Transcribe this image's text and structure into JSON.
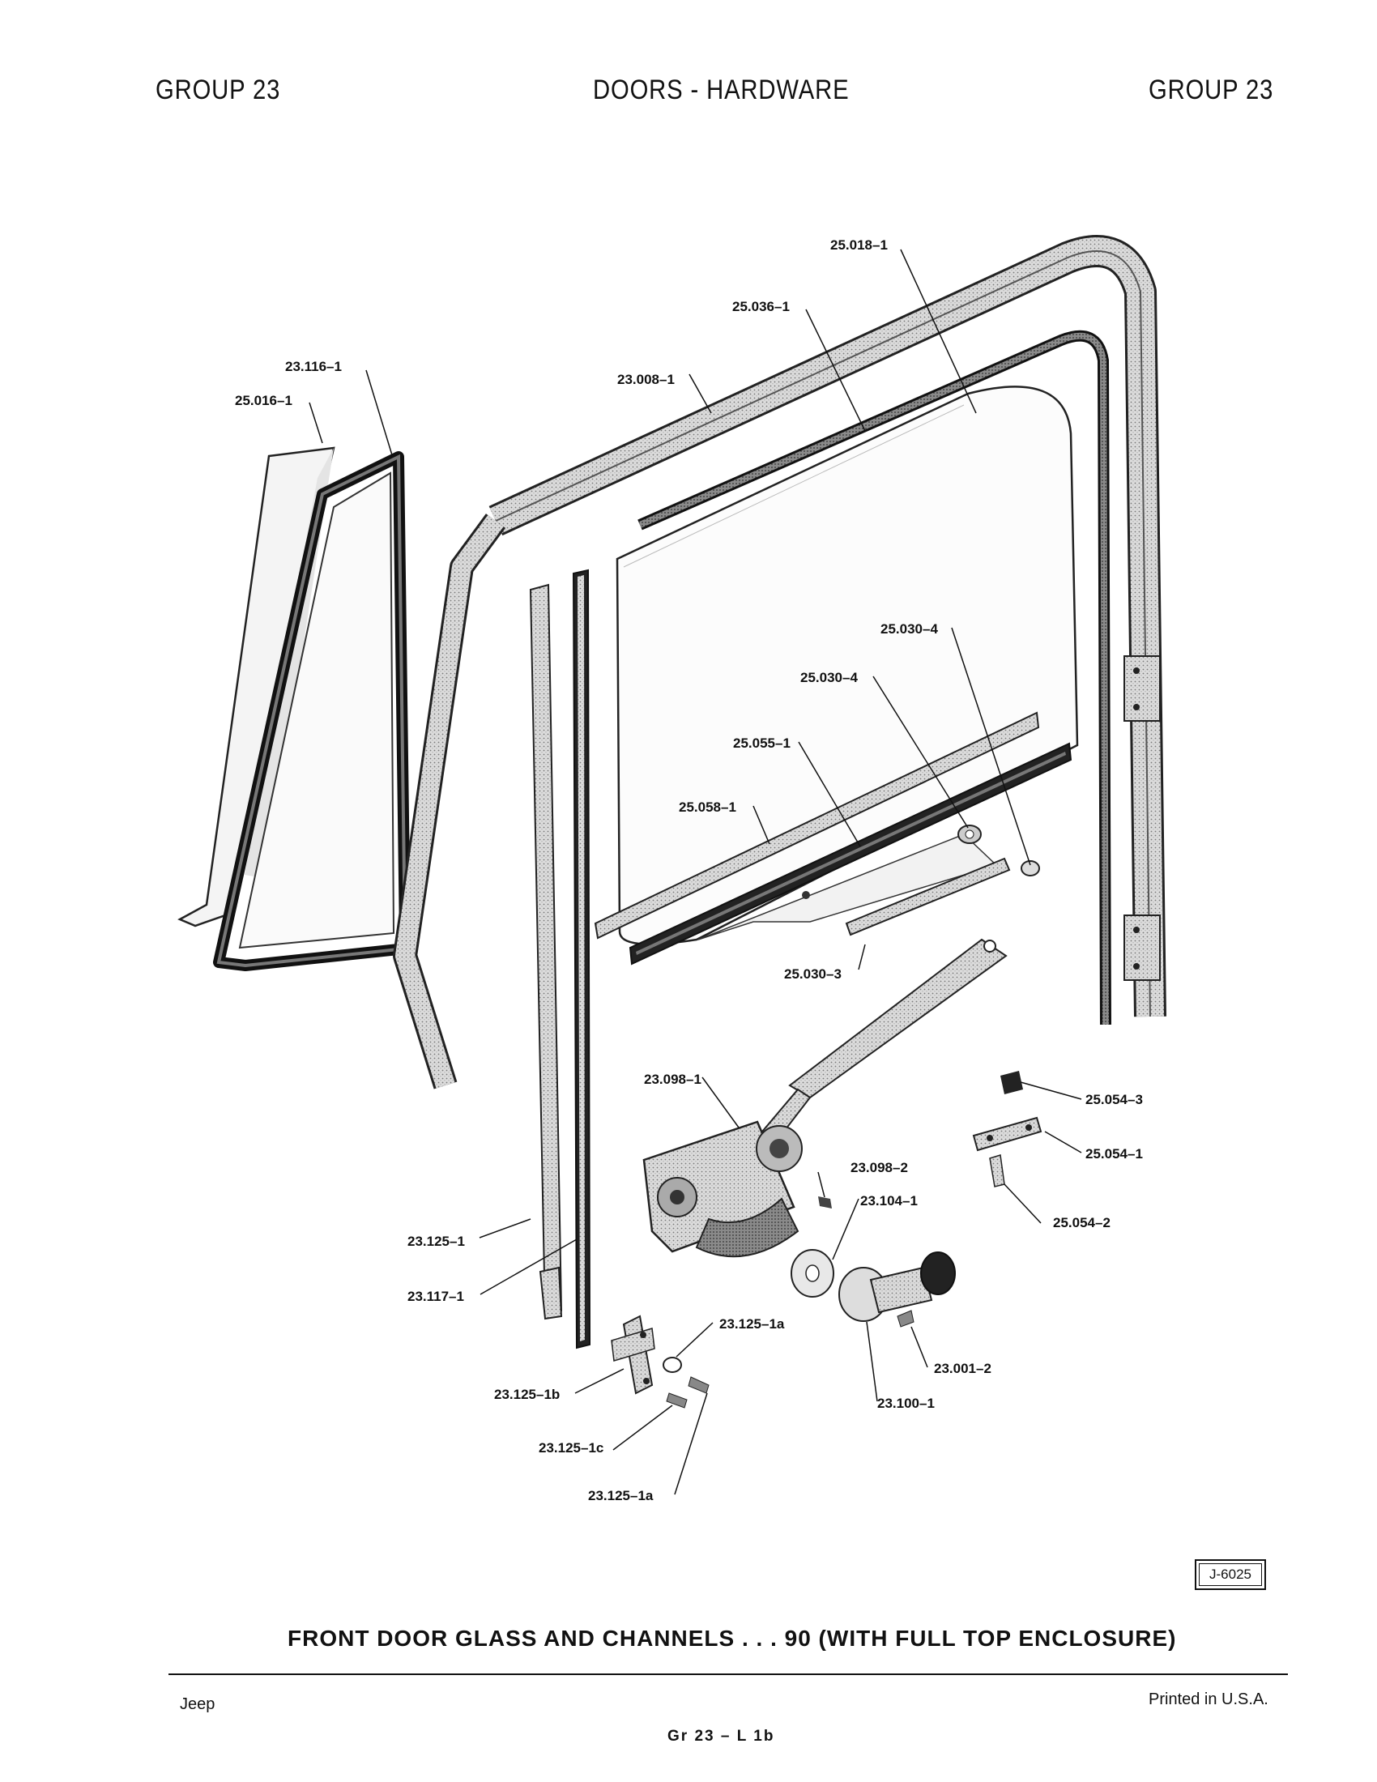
{
  "header": {
    "left": "GROUP 23",
    "center": "DOORS - HARDWARE",
    "right": "GROUP 23"
  },
  "callouts": {
    "p25_018_1": "25.018–1",
    "p25_036_1": "25.036–1",
    "p23_116_1": "23.116–1",
    "p25_016_1": "25.016–1",
    "p23_008_1": "23.008–1",
    "p25_030_4a": "25.030–4",
    "p25_030_4b": "25.030–4",
    "p25_055_1": "25.055–1",
    "p25_058_1": "25.058–1",
    "p25_030_3": "25.030–3",
    "p23_098_1": "23.098–1",
    "p25_054_3": "25.054–3",
    "p25_054_1": "25.054–1",
    "p23_098_2": "23.098–2",
    "p23_104_1": "23.104–1",
    "p25_054_2": "25.054–2",
    "p23_125_1": "23.125–1",
    "p23_117_1": "23.117–1",
    "p23_125_1a_top": "23.125–1a",
    "p23_001_2": "23.001–2",
    "p23_125_1b": "23.125–1b",
    "p23_100_1": "23.100–1",
    "p23_125_1c": "23.125–1c",
    "p23_125_1a_bottom": "23.125–1a"
  },
  "figure_code": "J-6025",
  "caption": "FRONT DOOR GLASS AND CHANNELS . . . 90 (WITH FULL TOP ENCLOSURE)",
  "footer": {
    "left": "Jeep",
    "center": "Gr 23 – L 1b",
    "right": "Printed in U.S.A."
  }
}
